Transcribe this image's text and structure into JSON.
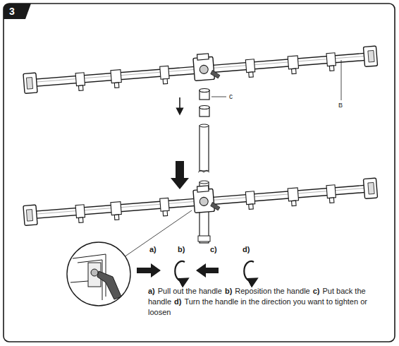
{
  "diagram": {
    "labels": [
      "3",
      "c",
      "B",
      "a)",
      "b)",
      "c)",
      "d)",
      "a)",
      "Pull out the handle",
      "b)",
      "Reposition the handle",
      "c)",
      "Put back the handle",
      "d)",
      "Turn the handle in the direction you want to tighten or loosen"
    ]
  }
}
